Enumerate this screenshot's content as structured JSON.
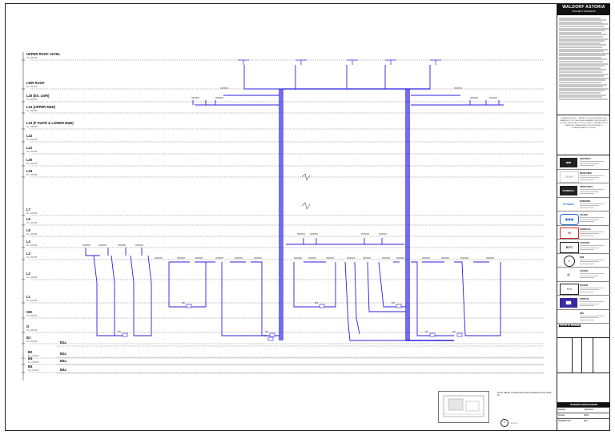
{
  "drawing": {
    "levels": [
      {
        "name": "UPPER ROOF LEVEL",
        "sub": "RL +##.###"
      },
      {
        "name": "LWR ROOF",
        "sub": "RL +##.###"
      },
      {
        "name": "L25 (EX. LWR)",
        "sub": "RL +##.###"
      },
      {
        "name": "L24 (UPPER M&E)",
        "sub": "RL +##.###"
      },
      {
        "name": "L23 (P SUITE & LOWER M&E)",
        "sub": "RL +##.###"
      },
      {
        "name": "L22",
        "sub": "RL +##.###"
      },
      {
        "name": "L21",
        "sub": "RL +##.###"
      },
      {
        "name": "L20",
        "sub": "RL +##.###"
      },
      {
        "name": "L19",
        "sub": "RL +##.###"
      },
      {
        "name": "L7",
        "sub": "RL +##.###"
      },
      {
        "name": "L6",
        "sub": "RL +##.###"
      },
      {
        "name": "L5",
        "sub": "RL +##.###"
      },
      {
        "name": "L4",
        "sub": "RL +##.###"
      },
      {
        "name": "L3",
        "sub": "RL +##.###"
      },
      {
        "name": "L2",
        "sub": "RL +##.###"
      },
      {
        "name": "L1",
        "sub": "RL +##.###"
      },
      {
        "name": "GM",
        "sub": "RL +##.###"
      },
      {
        "name": "G",
        "sub": "RL +##.###"
      },
      {
        "name": "B1",
        "sub": "RL +##.###"
      },
      {
        "name": "B2",
        "sub": "RL +##.###"
      },
      {
        "name": "B3",
        "sub": "RL +##.###"
      },
      {
        "name": "B4",
        "sub": "RL +##.###"
      }
    ],
    "basement_labels": [
      "B1a",
      "B2a",
      "B3a",
      "B4a"
    ],
    "riser_color": "#2b1fe0",
    "box_labels": [
      "DN",
      "DN",
      "DN",
      "DN",
      "DN",
      "DN",
      "DN",
      "DN"
    ],
    "note": "NOTE: REFER TO ARCHITECTURAL DRAWINGS FOR LEVEL RL"
  },
  "title_block": {
    "project": "WALDORF ASTORIA",
    "subtitle": "PROJECT ADDRESS",
    "notes": "DRAWING NOTES — REFER TO SPECIFICATION. THIS DRAWING IS COPYRIGHT AND REMAINS THE PROPERTY OF THE CONSULTANT. DO NOT SCALE. CONTRACTOR TO VERIFY ALL DIMENSIONS ON SITE PRIOR TO COMMENCEMENT OF WORK.",
    "consultants": [
      {
        "logo": "▰▰",
        "name": "ARCHITECT"
      },
      {
        "logo": "GOP",
        "name": "DEVELOPER"
      },
      {
        "logo": "RAMBOLL",
        "name": "STRUCTURAL"
      },
      {
        "logo": "le·Soul",
        "name": "INTERIORS"
      },
      {
        "logo": "◉◉◉",
        "name": "FACADE"
      },
      {
        "logo": "W",
        "name": "HYDRAULIC"
      },
      {
        "logo": "BTC",
        "name": "ACOUSTIC"
      },
      {
        "logo": "◐",
        "name": "FIRE"
      },
      {
        "logo": "◎",
        "name": "ACCESS"
      },
      {
        "logo": "<·>",
        "name": "TRAFFIC"
      },
      {
        "logo": "▇▇",
        "name": "VERTICAL"
      },
      {
        "logo": "◌◌",
        "name": "ESD"
      }
    ],
    "status": "STATUS OF DRAWING",
    "sheet_title": "SCHEMATIC RISER DIAGRAM",
    "bottom_rows": [
      [
        "DRAWN",
        "CHECKED"
      ],
      [
        "SCALE",
        "DATE"
      ],
      [
        "DRAWING NO.",
        "REV"
      ]
    ]
  }
}
